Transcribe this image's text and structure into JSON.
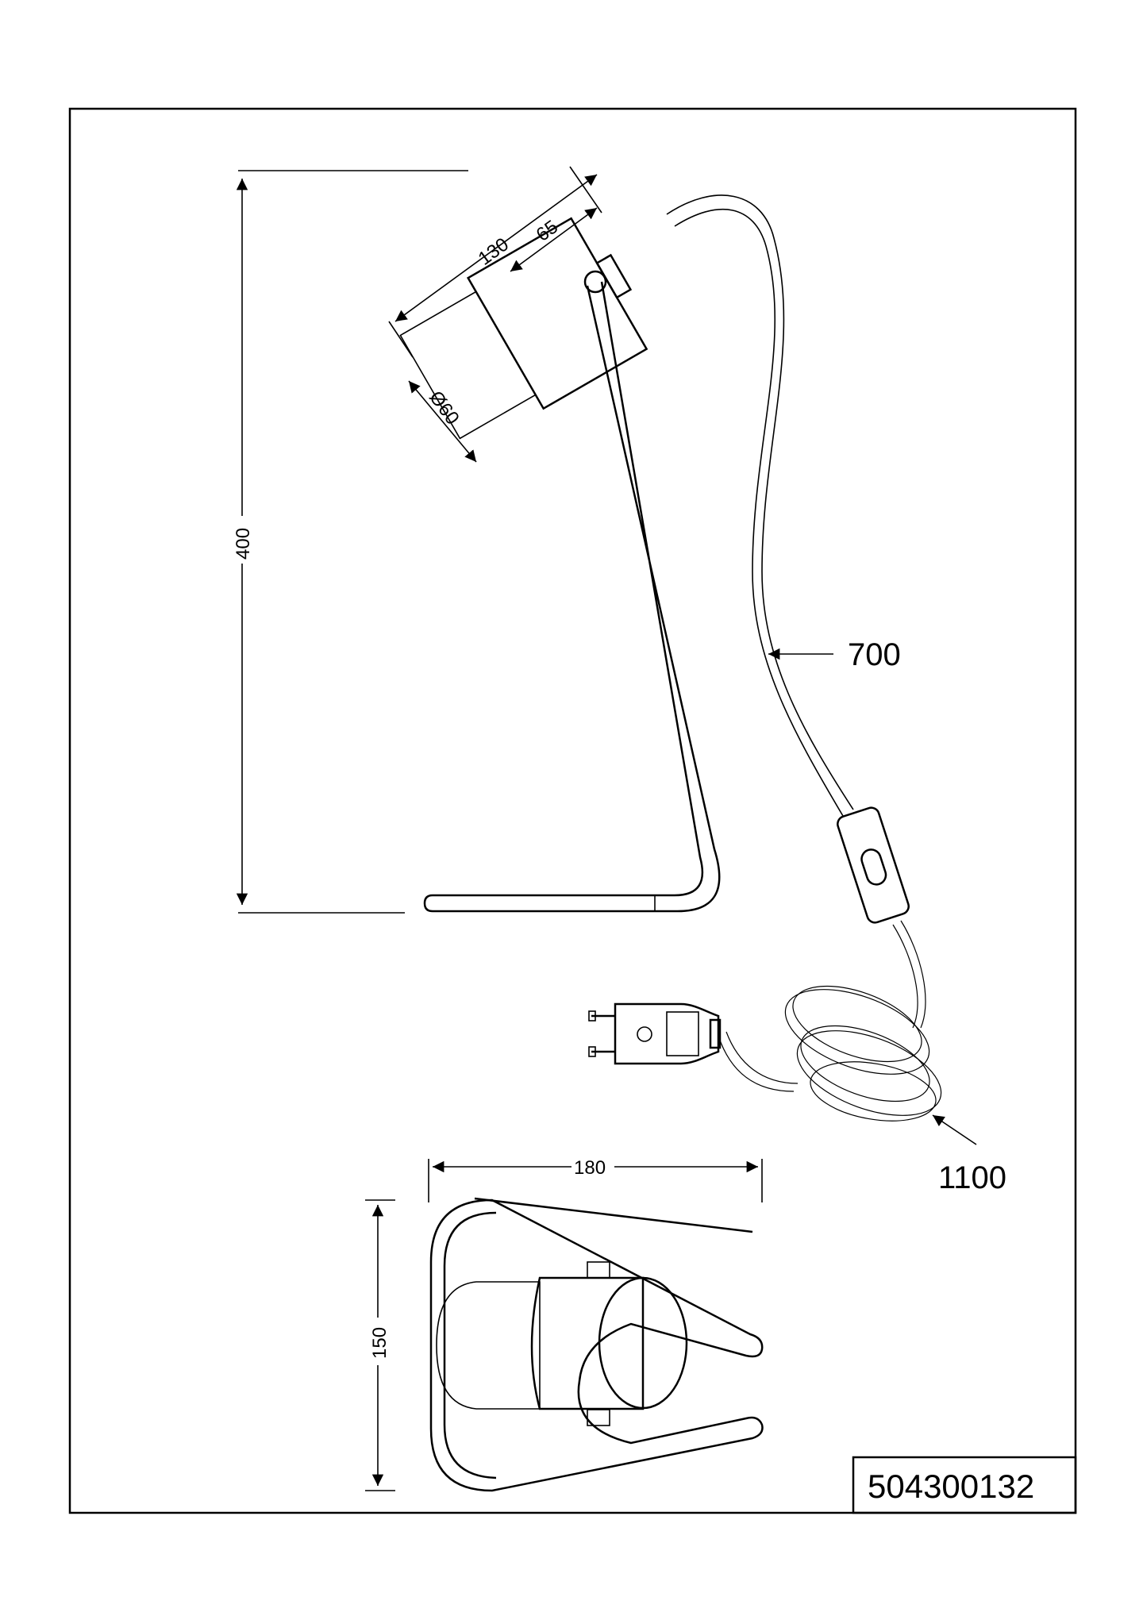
{
  "drawing": {
    "part_number": "504300132",
    "dimensions": {
      "shade_length": "130",
      "head_length": "65",
      "shade_diameter": "Ø60",
      "height": "400",
      "base_width": "180",
      "base_depth": "150"
    },
    "cable_lengths": {
      "lamp_to_switch": "700",
      "switch_to_plug": "1100"
    }
  },
  "colors": {
    "line": "#000000",
    "background": "#ffffff"
  },
  "icons": [
    "lamp-side-view",
    "lamp-top-view",
    "inline-switch-icon",
    "euro-plug-icon"
  ]
}
